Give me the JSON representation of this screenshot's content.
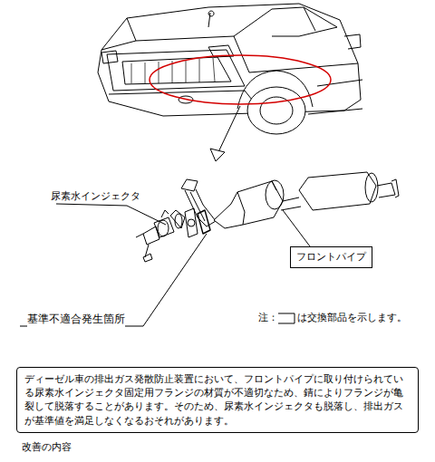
{
  "diagram": {
    "nodes": [
      {
        "text": [
          "フロントパイプ"
        ]
      },
      {
        "text": [
          "ディーゼル車の排出ガス発散防止装置において、フロントパイプに取り付けられている尿素水インジェクタ固定用フランジの材質が不適切なため、錆によりフランジが亀裂して脱落することがあります。そのため、尿素水インジェクタも脱落し、排出ガスが基準値を満足しなくなるおそれがあります。"
        ]
      }
    ],
    "edges": [],
    "labels": [
      "尿素水インジェクタ",
      "基準不適合発生箇所",
      "注：",
      "は交換部品を示します。",
      "改善の内容"
    ]
  }
}
